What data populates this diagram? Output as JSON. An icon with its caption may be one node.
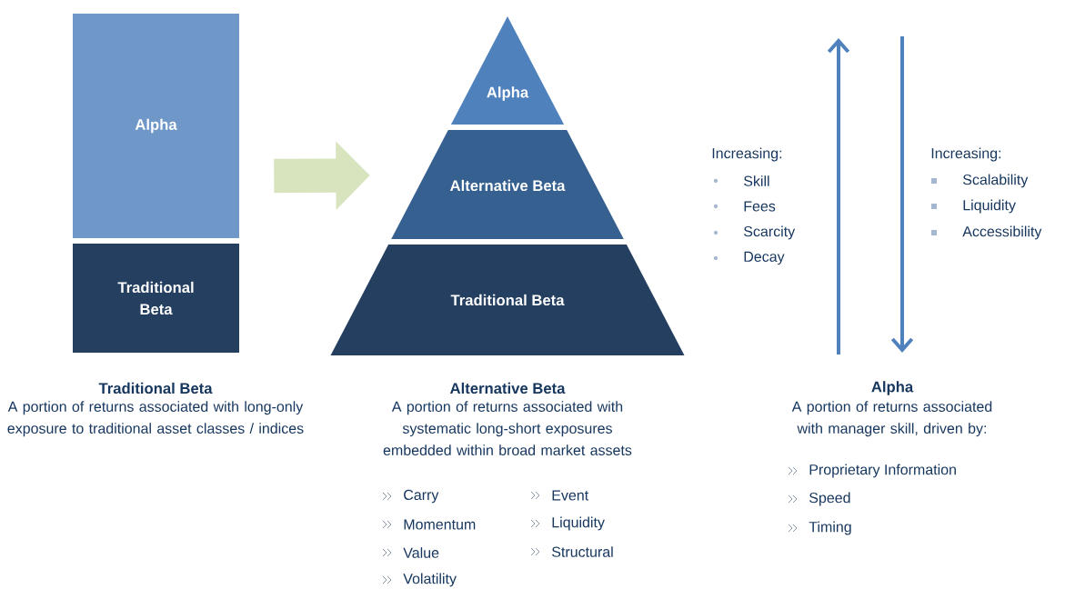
{
  "diagram": {
    "nodes": [
      {
        "text": [
          "Alpha"
        ]
      },
      {
        "text": [
          "Traditional Beta"
        ]
      },
      {
        "text": [
          "Alpha"
        ]
      },
      {
        "text": [
          "Alternative Beta"
        ]
      },
      {
        "text": [
          "Traditional Beta"
        ]
      }
    ],
    "edges": [
      {
        "from": 0,
        "to": 3,
        "arrow": "to",
        "color": "#d7e4bd"
      }
    ],
    "labels": [
      "Increasing:",
      "Skill",
      "Fees",
      "Scarcity",
      "Decay",
      "Increasing:",
      "Scalability",
      "Liquidity",
      "Accessibility",
      "Traditional Beta",
      "A portion of returns associated with long-only exposure to traditional asset classes / indices",
      "Alternative Beta",
      "A portion of returns associated with systematic long-short exposures embedded within broad market assets",
      "Carry",
      "Momentum",
      "Value",
      "Volatility",
      "Event",
      "Liquidity",
      "Structural",
      "Alpha",
      "A portion of returns associated with manager skill, driven by:",
      "Proprietary Information",
      "Speed",
      "Timing"
    ]
  }
}
